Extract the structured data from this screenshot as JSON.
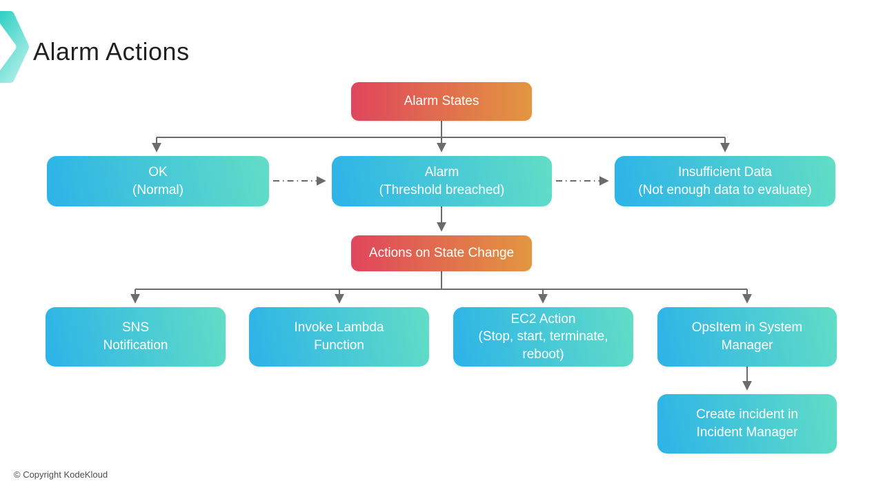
{
  "page": {
    "title": "Alarm Actions",
    "copyright": "© Copyright KodeKloud"
  },
  "colors": {
    "red_grad_start": "#e0455c",
    "red_grad_end": "#e29640",
    "cyan_grad_start": "#2cb3e8",
    "cyan_grad_end": "#62ddc6",
    "connector": "#6b6b6b",
    "title_color": "#212121",
    "copyright_color": "#4d4d4d",
    "logo_teal_top": "#2ecfc3",
    "logo_teal_bottom": "#aeeee8"
  },
  "diagram": {
    "root_node": "Alarm States",
    "state_nodes": [
      {
        "title": "OK",
        "subtitle": "(Normal)"
      },
      {
        "title": "Alarm",
        "subtitle": "(Threshold breached)"
      },
      {
        "title": "Insufficient Data",
        "subtitle": "(Not enough data to evaluate)"
      }
    ],
    "action_root": "Actions on State Change",
    "action_nodes": [
      {
        "line1": "SNS",
        "line2": "Notification"
      },
      {
        "line1": "Invoke Lambda",
        "line2": "Function"
      },
      {
        "line1": "EC2 Action",
        "line2": "(Stop, start, terminate,",
        "line3": "reboot)"
      },
      {
        "line1": "OpsItem in System",
        "line2": "Manager"
      }
    ],
    "incident_node": {
      "line1": "Create incident in",
      "line2": "Incident Manager"
    }
  }
}
